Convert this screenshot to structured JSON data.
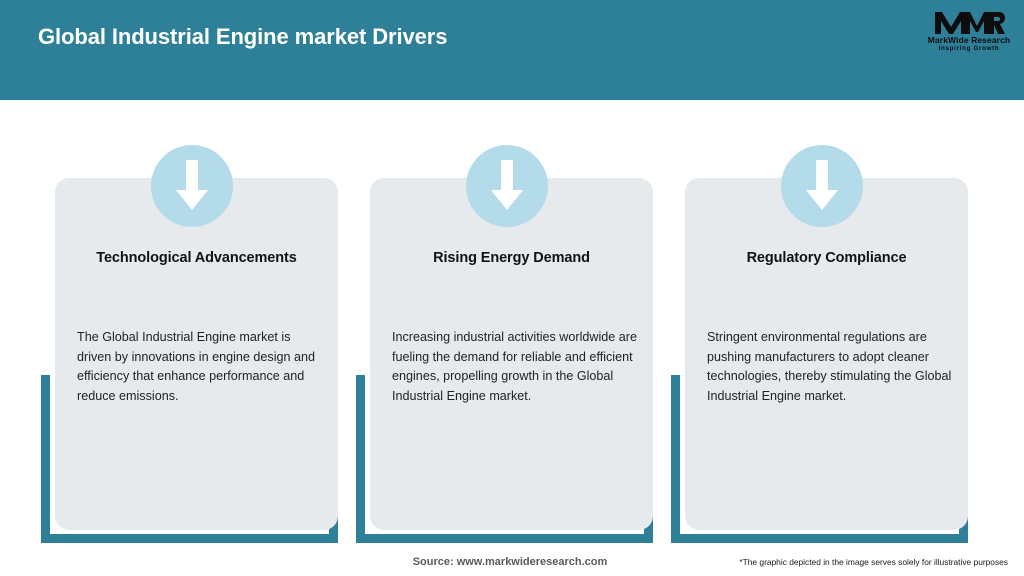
{
  "header": {
    "title": "Global Industrial Engine market Drivers",
    "background_color": "#2e8098",
    "title_color": "#ffffff",
    "logo": {
      "mark": "MWR",
      "name": "MarkWide Research",
      "tagline": "Inspiring Growth"
    }
  },
  "theme": {
    "accent_teal": "#2e8098",
    "card_gray": "#e6eaec",
    "circle_blue": "#b3dbe9",
    "page_background": "#ffffff"
  },
  "cards": [
    {
      "icon": "down-arrow-icon",
      "title": "Technological Advancements",
      "body": "The Global Industrial Engine market is driven by innovations in engine design and efficiency that enhance performance and reduce emissions."
    },
    {
      "icon": "down-arrow-icon",
      "title": "Rising Energy Demand",
      "body": "Increasing industrial activities worldwide are fueling the demand for reliable and efficient engines, propelling growth in the Global Industrial Engine market."
    },
    {
      "icon": "down-arrow-icon",
      "title": "Regulatory Compliance",
      "body": "Stringent environmental regulations are pushing manufacturers to adopt cleaner technologies, thereby stimulating the Global Industrial Engine market."
    }
  ],
  "footer": {
    "source": "Source: www.markwideresearch.com",
    "disclaimer": "*The graphic depicted in the image serves solely for illustrative purposes"
  }
}
